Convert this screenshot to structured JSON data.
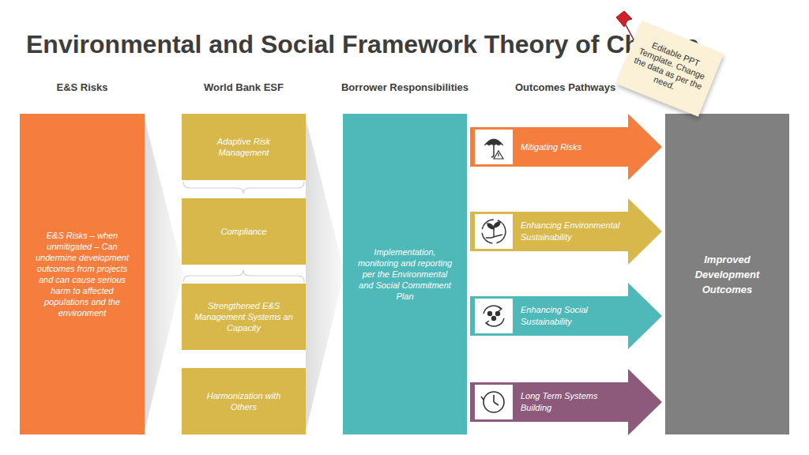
{
  "diagram": {
    "title": "Environmental and Social Framework Theory of Change",
    "nodes": [
      {
        "text": [
          "E&S Risks",
          "E&S Risks – when unmitigated – Can undermine development outcomes from projects and can cause serious harm to affected populations and the environment"
        ]
      },
      {
        "text": [
          "Adaptive Risk Management"
        ]
      },
      {
        "text": [
          "Compliance"
        ]
      },
      {
        "text": [
          "Strengthened E&S Management Systems an Capacity"
        ]
      },
      {
        "text": [
          "Harmonization with Others"
        ]
      },
      {
        "text": [
          "Borrower Responsibilities",
          "Implementation, monitoring and reporting per the Environmental and Social Commitment Plan"
        ]
      },
      {
        "text": [
          "Mitigating Risks"
        ]
      },
      {
        "text": [
          "Enhancing Environmental Sustainability"
        ]
      },
      {
        "text": [
          "Enhancing Social Sustainability"
        ]
      },
      {
        "text": [
          "Long Term Systems Building"
        ]
      },
      {
        "text": [
          "Improved Development Outcomes"
        ]
      }
    ],
    "labels": [
      "World Bank ESF",
      "Outcomes Pathways",
      "Editable PPT Template. Change the data as per the need."
    ]
  }
}
